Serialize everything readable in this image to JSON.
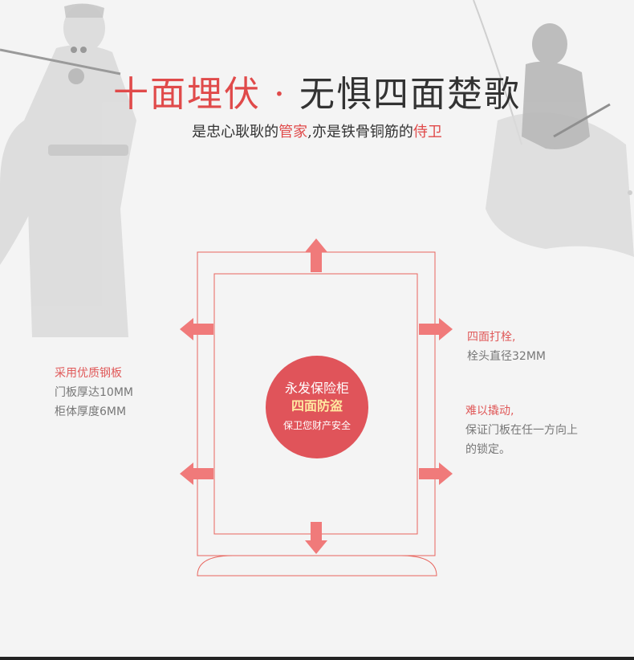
{
  "header": {
    "title_left": "十面埋伏",
    "title_dot": "·",
    "title_right": "无惧四面楚歌",
    "subtitle_a": "是忠心耿耿的",
    "subtitle_b": "管家",
    "subtitle_c": ",亦是铁骨铜筋的",
    "subtitle_d": "侍卫"
  },
  "left_note": {
    "title": "采用优质钢板",
    "line1": "门板厚达10MM",
    "line2": "柜体厚度6MM"
  },
  "right_note_1": {
    "title": "四面打栓,",
    "line1": "栓头直径32MM"
  },
  "right_note_2": {
    "title": "难以撬动,",
    "line1": "保证门板在任一方向上",
    "line2": "的锁定。"
  },
  "badge": {
    "line1": "永发保险柜",
    "line2": "四面防盗",
    "line3": "保卫您财产安全"
  },
  "colors": {
    "accent": "#e04a4a",
    "arrow": "#f07a7a",
    "outline": "#e8655e",
    "badge_bg": "#e0545a",
    "badge_highlight": "#ffe9a0",
    "text": "#333333",
    "muted": "#777777"
  },
  "icons": {
    "arrows": "arrow-icon",
    "background": "ink-samurai-illustration"
  }
}
